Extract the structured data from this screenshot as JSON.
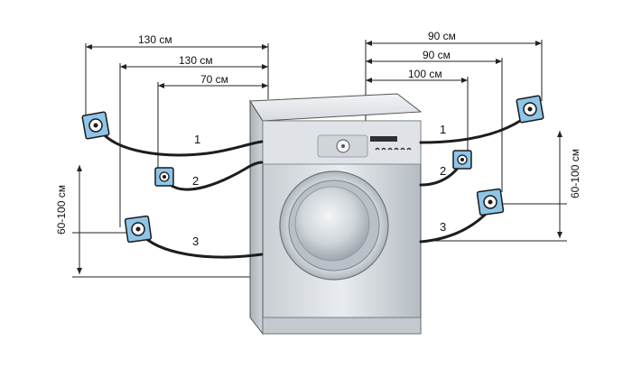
{
  "left_dimensions": [
    {
      "id": "l1",
      "label": "130 см"
    },
    {
      "id": "l2",
      "label": "130 см"
    },
    {
      "id": "l3",
      "label": "70 см"
    }
  ],
  "right_dimensions": [
    {
      "id": "r1",
      "label": "90 см"
    },
    {
      "id": "r2",
      "label": "90 см"
    },
    {
      "id": "r3",
      "label": "100 см"
    }
  ],
  "left_height_label": "60-100 см",
  "right_height_label": "60-100 см",
  "left_socket_numbers": [
    "1",
    "2",
    "3"
  ],
  "right_socket_numbers": [
    "1",
    "2",
    "3"
  ],
  "colors": {
    "socket_fill": "#8ec5e8",
    "socket_stroke": "#1a1a1a",
    "machine_body": "#d8dce0",
    "machine_dark": "#9aa2aa",
    "cable": "#1d1d1d"
  }
}
